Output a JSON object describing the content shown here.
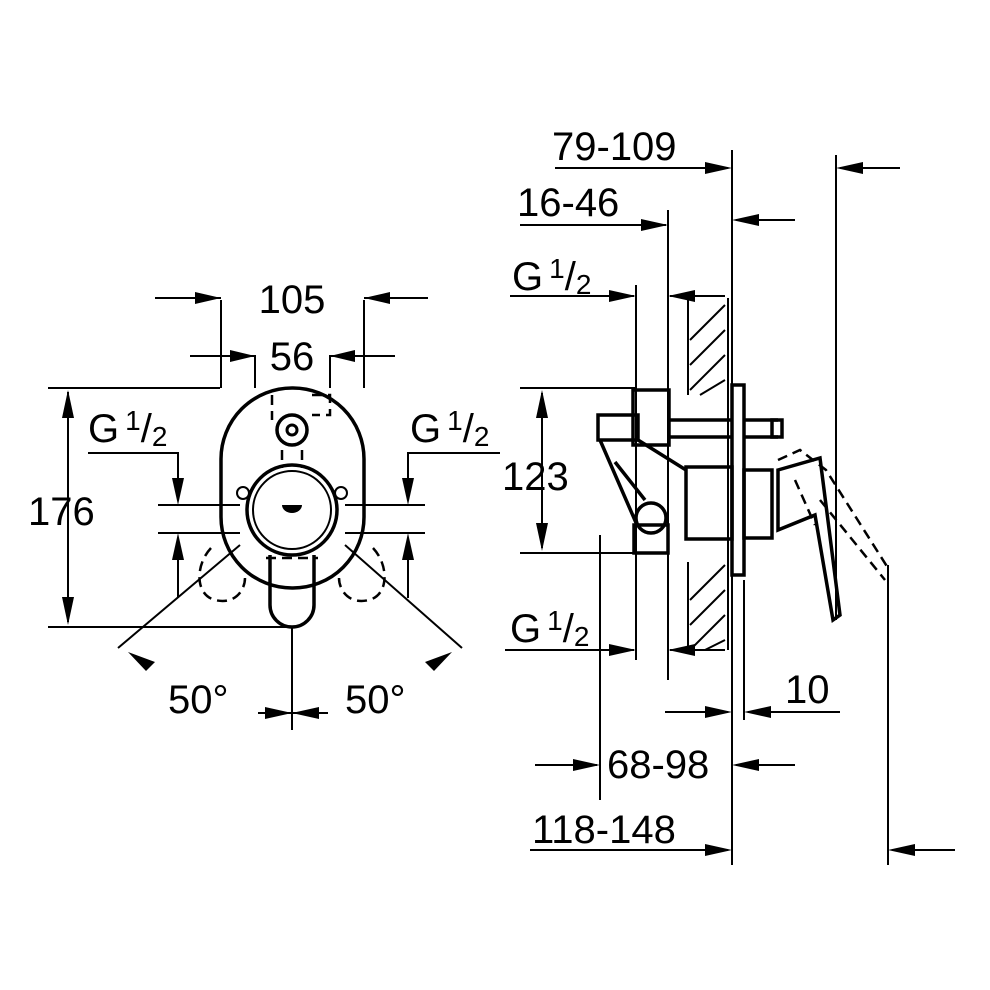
{
  "front_view": {
    "width_overall": "105",
    "width_inner": "56",
    "height_overall": "176",
    "connection_left": {
      "letter": "G",
      "num": "1",
      "slash": "/",
      "den": "2"
    },
    "connection_right": {
      "letter": "G",
      "num": "1",
      "slash": "/",
      "den": "2"
    },
    "angle_left": "50°",
    "angle_right": "50°"
  },
  "side_view": {
    "depth_top": "79-109",
    "depth_second": "16-46",
    "connection_top": {
      "letter": "G",
      "num": "1",
      "slash": "/",
      "den": "2"
    },
    "height": "123",
    "connection_bottom": {
      "letter": "G",
      "num": "1",
      "slash": "/",
      "den": "2"
    },
    "plate_offset": "10",
    "depth_mid": "68-98",
    "depth_bottom": "118-148"
  }
}
